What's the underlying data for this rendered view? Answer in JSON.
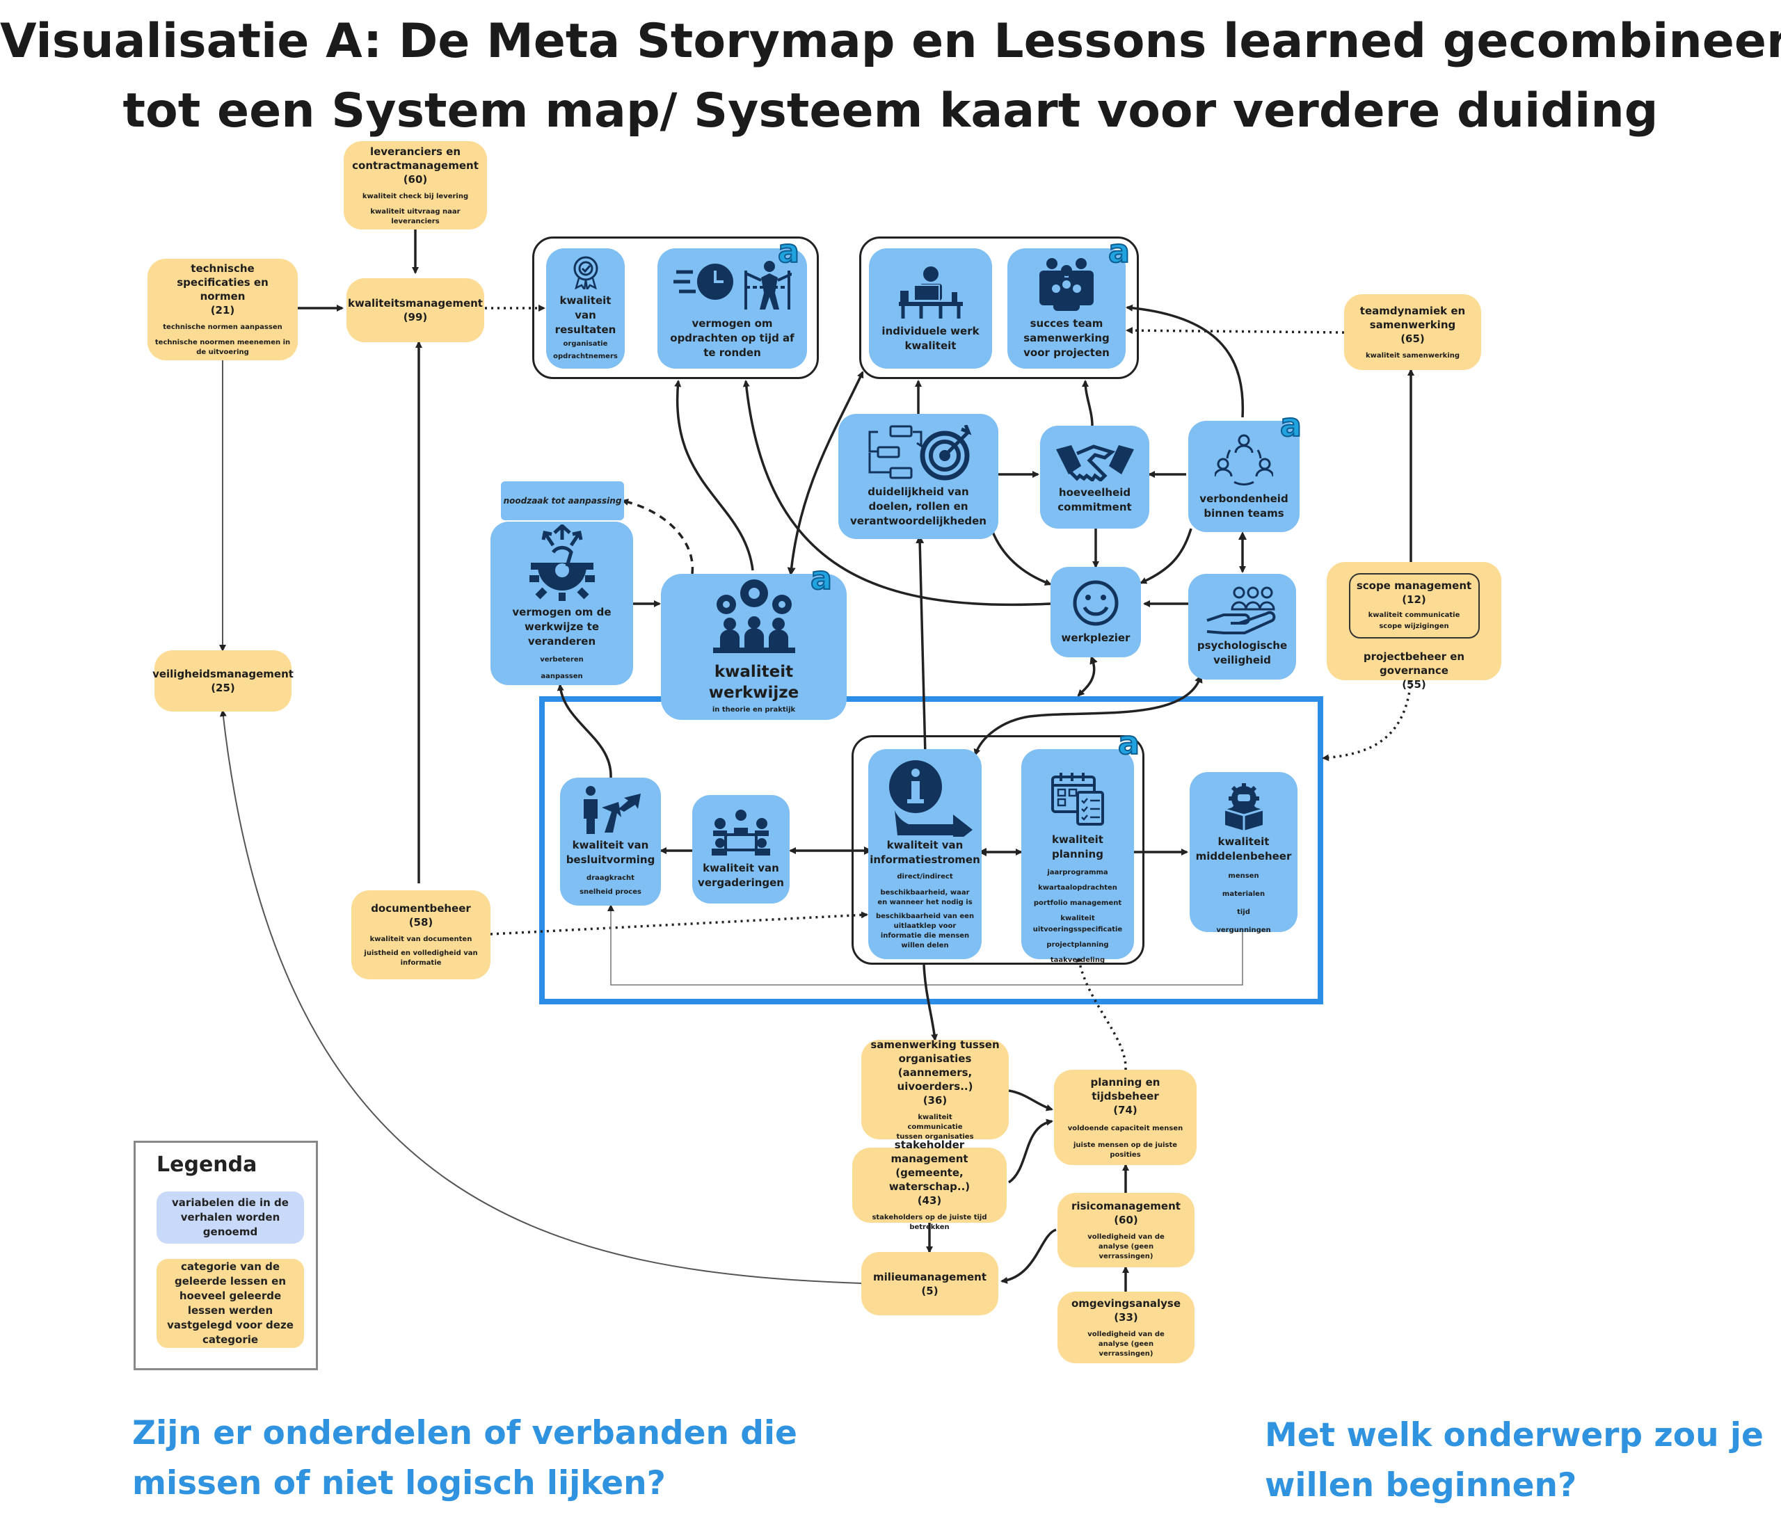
{
  "title": {
    "line1": "Visualisatie A: De Meta Storymap en Lessons learned gecombineerd",
    "line2": "tot een System map/ Systeem kaart voor verdere duiding"
  },
  "colors": {
    "yellow": "#fcdc94",
    "blue": "#7fbff3",
    "frame": "#2b8de6",
    "question": "#3093df"
  },
  "amark": "a",
  "lessons": {
    "leveranciers": {
      "title": "leveranciers en contractmanagement",
      "count": "(60)",
      "subs": [
        "kwaliteit check bij levering",
        "kwaliteit uitvraag naar leveranciers"
      ]
    },
    "technische": {
      "title": "technische specificaties en normen",
      "count": "(21)",
      "subs": [
        "technische normen aanpassen",
        "technische noormen meenemen  in de uitvoering"
      ]
    },
    "kwaliteitsmanagement": {
      "title": "kwaliteitsmanagement",
      "count": "(99)"
    },
    "veiligheid": {
      "title": "veiligheidsmanagement",
      "count": "(25)"
    },
    "documentbeheer": {
      "title": "documentbeheer",
      "count": "(58)",
      "subs": [
        "kwaliteit van documenten",
        "juistheid en volledigheid van informatie"
      ]
    },
    "teamdynamiek": {
      "title": "teamdynamiek en samenwerking",
      "count": "(65)",
      "subs": [
        "kwaliteit samenwerking"
      ]
    },
    "scope": {
      "title": "scope management",
      "count": "(12)",
      "subs": [
        "kwaliteit communicatie",
        "scope wijzigingen"
      ]
    },
    "projectbeheer": {
      "title": "projectbeheer en governance",
      "count": "(55)"
    },
    "samenwerking_org": {
      "title": "samenwerking tussen organisaties (aannemers, uivoerders..)",
      "count": "(36)",
      "subs": [
        "kwaliteit communicatie tussen organisaties"
      ]
    },
    "stakeholder": {
      "title": "stakeholder management (gemeente, waterschap..)",
      "count": "(43)",
      "subs": [
        "stakeholders op de juiste tijd betrekken"
      ]
    },
    "planning_tijd": {
      "title": "planning en tijdsbeheer",
      "count": "(74)",
      "subs": [
        "voldoende capaciteit mensen",
        "juiste mensen op de juiste posities"
      ]
    },
    "risico": {
      "title": "risicomanagement",
      "count": "(60)",
      "subs": [
        "volledigheid van de analyse (geen verrassingen)"
      ]
    },
    "omgeving": {
      "title": "omgevingsanalyse",
      "count": "(33)",
      "subs": [
        "volledigheid van de analyse (geen verrassingen)"
      ]
    },
    "milieu": {
      "title": "milieumanagement",
      "count": "(5)"
    }
  },
  "variables": {
    "resultaten": {
      "title": "kwaliteit van resultaten",
      "subs": [
        "organisatie",
        "opdrachtnemers"
      ],
      "icon": "certificate-icon"
    },
    "opdrachten": {
      "title": "vermogen om opdrachten op tijd af te ronden",
      "icon": "deadline-finish-icon"
    },
    "individueel": {
      "title": "individuele werk kwaliteit",
      "icon": "desk-worker-icon"
    },
    "succes": {
      "title": "succes team samenwerking voor projecten",
      "icon": "team-gears-icon"
    },
    "duidelijkheid": {
      "title": "duidelijkheid van doelen, rollen en verantwoordelijkheden",
      "icon": "flow-target-icon"
    },
    "commitment": {
      "title": "hoeveelheid commitment",
      "icon": "handshake-icon"
    },
    "verbondenheid": {
      "title": "verbondenheid binnen teams",
      "icon": "connected-people-icon"
    },
    "werkplezier": {
      "title": "werkplezier",
      "icon": "smiley-icon"
    },
    "psych": {
      "title": "psychologische veiligheid",
      "icon": "hand-people-icon"
    },
    "veranderen": {
      "title": "vermogen om de werkwijze te veranderen",
      "subs": [
        "verbeteren",
        "aanpassen"
      ],
      "icon": "gear-change-icon"
    },
    "werkwijze": {
      "title": "kwaliteit werkwijze",
      "subs": [
        "in theorie en praktijk"
      ],
      "icon": "people-gears-icon"
    },
    "besluit": {
      "title": "kwaliteit van besluitvorming",
      "subs": [
        "draagkracht",
        "snelheid proces"
      ],
      "icon": "decision-person-icon"
    },
    "vergaderingen": {
      "title": "kwaliteit van vergaderingen",
      "icon": "meeting-icon"
    },
    "informatie": {
      "title": "kwaliteit van informatiestromen",
      "subs": [
        "direct/indirect",
        "beschikbaarheid, waar en wanneer het nodig is",
        "beschikbaarheid van een uitlaatklep voor informatie die mensen willen delen"
      ],
      "icon": "info-arrow-icon"
    },
    "planning": {
      "title": "kwaliteit planning",
      "subs": [
        "jaarprogramma",
        "kwartaalopdrachten",
        "portfolio management",
        "kwaliteit uitvoeringsspecificatie",
        "projectplanning",
        "taakverdeling"
      ],
      "icon": "calendar-icon"
    },
    "middelen": {
      "title": "kwaliteit middelenbeheer",
      "subs": [
        "mensen",
        "materialen",
        "tijd",
        "vergunningen"
      ],
      "icon": "resource-box-icon"
    }
  },
  "noodzaak": "noodzaak tot aanpassing",
  "legend": {
    "title": "Legenda",
    "blue": "variabelen die in de verhalen worden genoemd",
    "yellow": "categorie van de geleerde lessen en hoeveel geleerde lessen werden vastgelegd voor deze categorie"
  },
  "questions": {
    "left": "Zijn er onderdelen of verbanden die missen of niet logisch lijken?",
    "right": "Met welk onderwerp zou je willen beginnen?"
  }
}
